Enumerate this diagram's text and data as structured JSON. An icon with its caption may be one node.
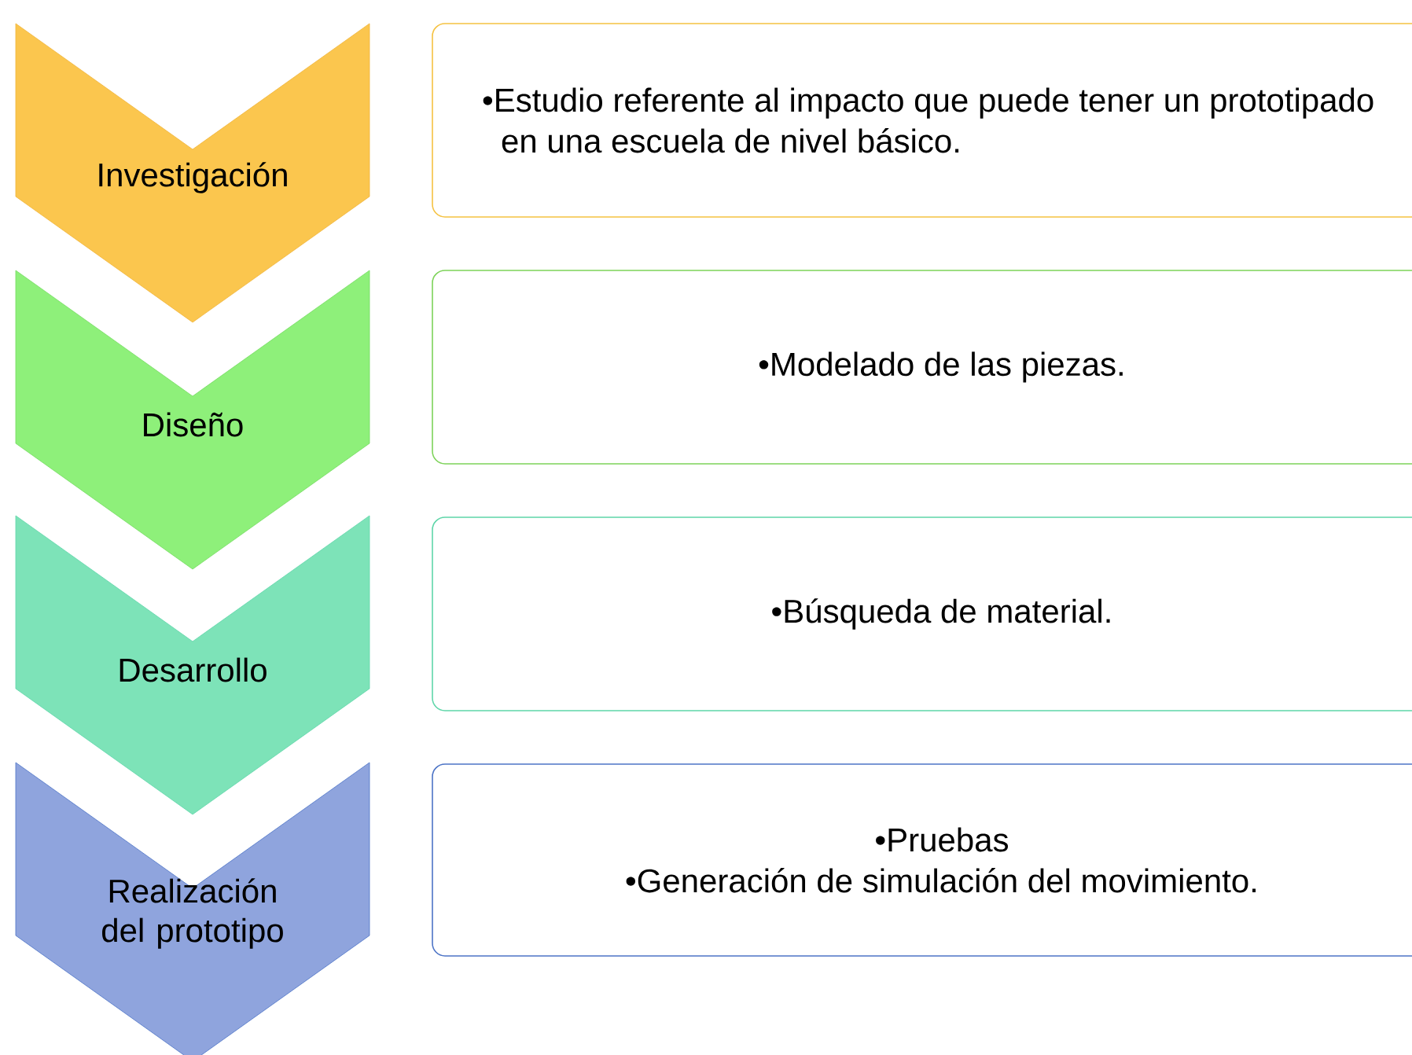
{
  "diagram": {
    "nodes": [
      {
        "text": [
          "Investigación"
        ]
      },
      {
        "text": [
          "•Estudio referente al impacto que puede tener un prototipado en una escuela de nivel básico."
        ]
      },
      {
        "text": [
          "Diseño"
        ]
      },
      {
        "text": [
          "•Modelado de las piezas."
        ]
      },
      {
        "text": [
          "Desarrollo"
        ]
      },
      {
        "text": [
          "•Búsqueda de material."
        ]
      },
      {
        "text": [
          "Realización del prototipo"
        ]
      },
      {
        "text": [
          "•Pruebas",
          "•Generación de simulación del movimiento."
        ]
      }
    ]
  }
}
